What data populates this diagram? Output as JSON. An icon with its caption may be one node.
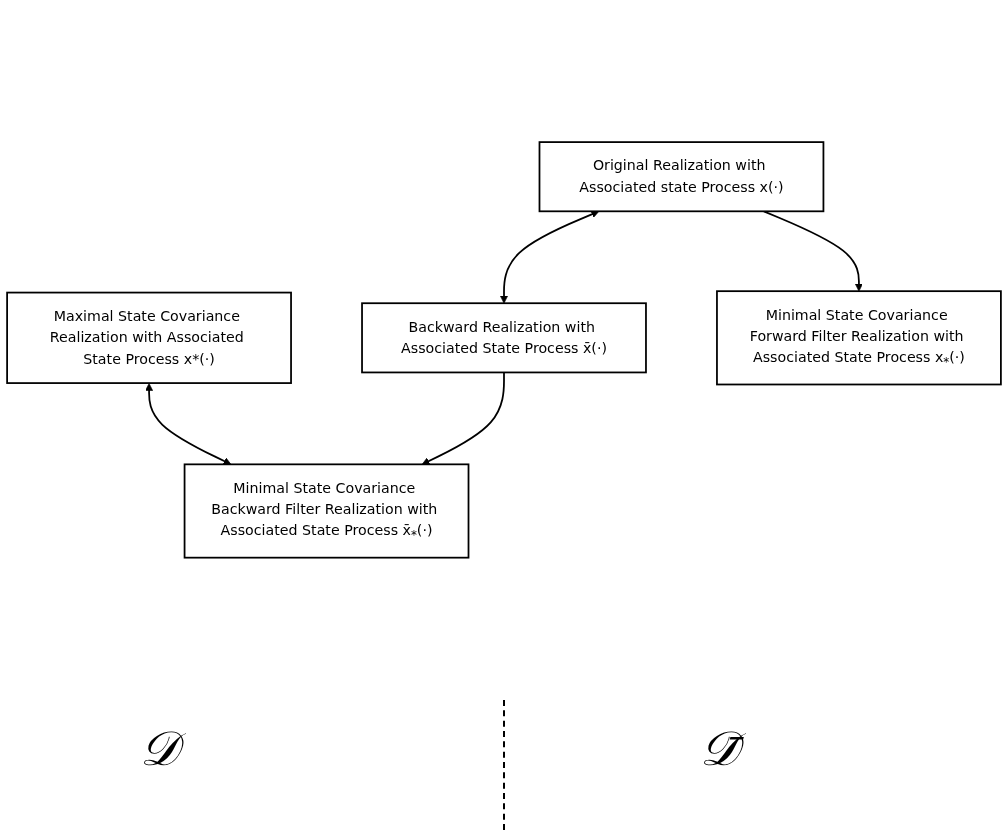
{
  "diagram": {
    "nodes": [
      {
        "text": [
          "Maximal State Covariance Realization with Associated State Process x*(·)"
        ]
      },
      {
        "text": [
          "Original Realization with Associated state Process x(·)"
        ]
      },
      {
        "text": [
          "Backward Realization with Associated State Process x̄(·)"
        ]
      },
      {
        "text": [
          "Minimal State Covariance Forward Filter Realization with Associated State Process x$_{*}$(·)"
        ]
      },
      {
        "text": [
          "Minimal State Covariance Backward Filter Realization with Associated State Process x̄$_{*}$(·)"
        ]
      }
    ],
    "edges": [
      {
        "from": 0,
        "to": 4,
        "arrow": "both"
      },
      {
        "from": 1,
        "to": 2,
        "arrow": "both"
      },
      {
        "from": 1,
        "to": 3,
        "arrow": "to"
      },
      {
        "from": 2,
        "to": 4,
        "arrow": "to"
      }
    ],
    "labels": [
      "𝒟",
      "𝒟̄"
    ]
  }
}
